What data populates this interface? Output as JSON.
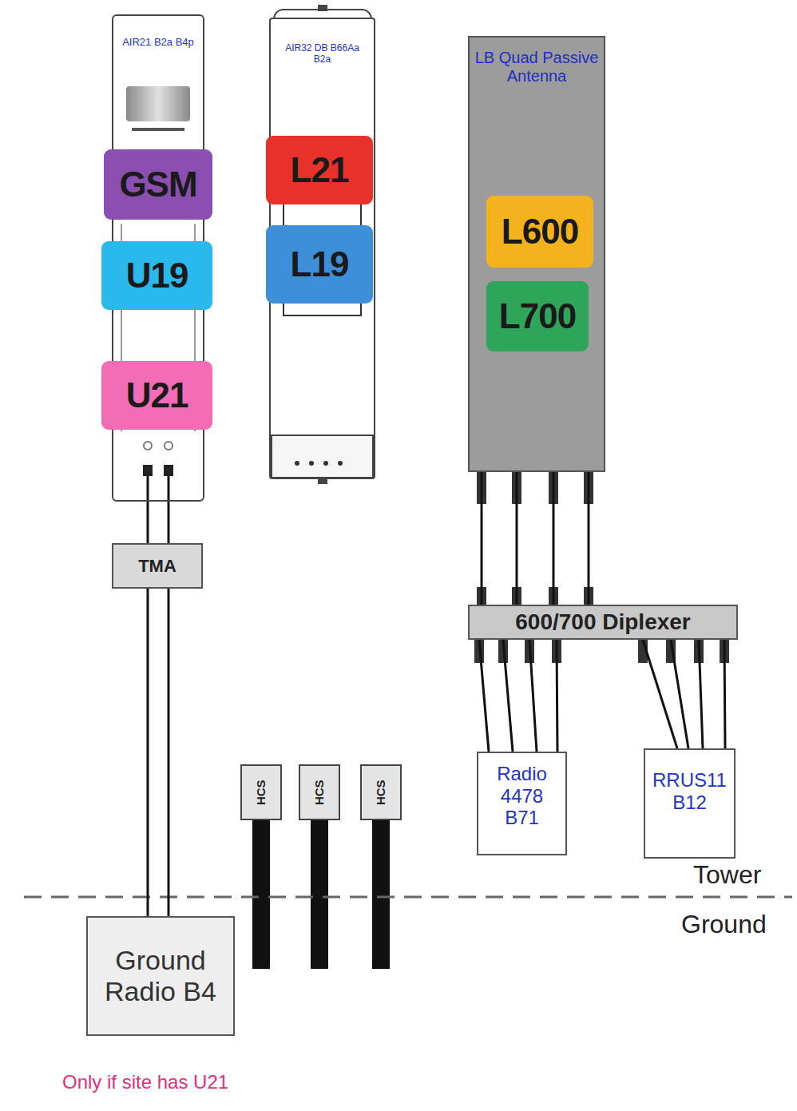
{
  "diagram": {
    "nodes": [
      {
        "text": [
          "AIR21 B2a B4p"
        ]
      },
      {
        "text": [
          "GSM"
        ],
        "in": 0
      },
      {
        "text": [
          "U19"
        ],
        "in": 0
      },
      {
        "text": [
          "U21"
        ],
        "in": 0
      },
      {
        "text": [
          "AIR32 DB B66Aa B2a"
        ]
      },
      {
        "text": [
          "L21"
        ],
        "in": 4
      },
      {
        "text": [
          "L19"
        ],
        "in": 4
      },
      {
        "text": [
          "LB Quad Passive Antenna"
        ]
      },
      {
        "text": [
          "L600"
        ],
        "in": 7
      },
      {
        "text": [
          "L700"
        ],
        "in": 7
      },
      {
        "text": [
          "TMA"
        ]
      },
      {
        "text": [
          "600/700 Diplexer"
        ]
      },
      {
        "text": [
          "Radio 4478 B71"
        ]
      },
      {
        "text": [
          "RRUS11 B12"
        ]
      },
      {
        "text": [
          "Ground Radio B4"
        ]
      }
    ],
    "edges": [
      {
        "from": 0,
        "to": 10,
        "arrow": "none"
      },
      {
        "from": 0,
        "to": 10,
        "arrow": "none"
      },
      {
        "from": 10,
        "to": 14,
        "arrow": "none"
      },
      {
        "from": 10,
        "to": 14,
        "arrow": "none"
      },
      {
        "from": 7,
        "to": 11,
        "arrow": "none"
      },
      {
        "from": 7,
        "to": 11,
        "arrow": "none"
      },
      {
        "from": 7,
        "to": 11,
        "arrow": "none"
      },
      {
        "from": 7,
        "to": 11,
        "arrow": "none"
      },
      {
        "from": 11,
        "to": 12,
        "arrow": "none"
      },
      {
        "from": 11,
        "to": 12,
        "arrow": "none"
      },
      {
        "from": 11,
        "to": 12,
        "arrow": "none"
      },
      {
        "from": 11,
        "to": 12,
        "arrow": "none"
      },
      {
        "from": 11,
        "to": 13,
        "arrow": "none"
      },
      {
        "from": 11,
        "to": 13,
        "arrow": "none"
      },
      {
        "from": 11,
        "to": 13,
        "arrow": "none"
      },
      {
        "from": 11,
        "to": 13,
        "arrow": "none"
      }
    ],
    "labels": [
      "Tower",
      "Ground",
      "Only if site has U21",
      "HCS",
      "HCS",
      "HCS"
    ]
  }
}
